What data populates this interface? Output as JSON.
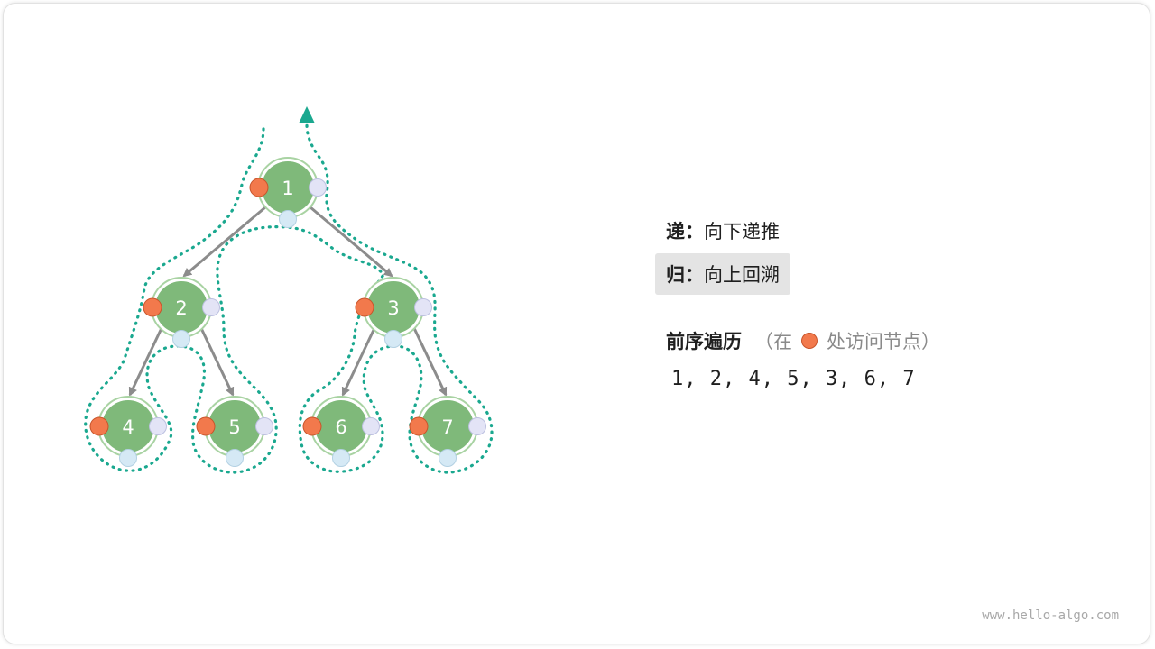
{
  "legend": {
    "down": {
      "key": "递",
      "sep": "：",
      "text": "向下递推"
    },
    "up": {
      "key": "归",
      "sep": "：",
      "text": "向上回溯"
    }
  },
  "traversal": {
    "title": "前序遍历",
    "note_prefix": "（在",
    "note_suffix": "处访问节点）",
    "sequence": "1, 2, 4, 5, 3, 6, 7"
  },
  "tree": {
    "nodes": [
      "1",
      "2",
      "3",
      "4",
      "5",
      "6",
      "7"
    ]
  },
  "watermark": "www.hello-algo.com",
  "colors": {
    "node_fill": "#7fb97a",
    "node_ring": "#a9d3a3",
    "edge": "#8c8c8c",
    "path": "#1aa88f",
    "pre_dot": "#f2794c",
    "in_dot": "#d5e9f5",
    "post_dot": "#e3e4f6"
  }
}
